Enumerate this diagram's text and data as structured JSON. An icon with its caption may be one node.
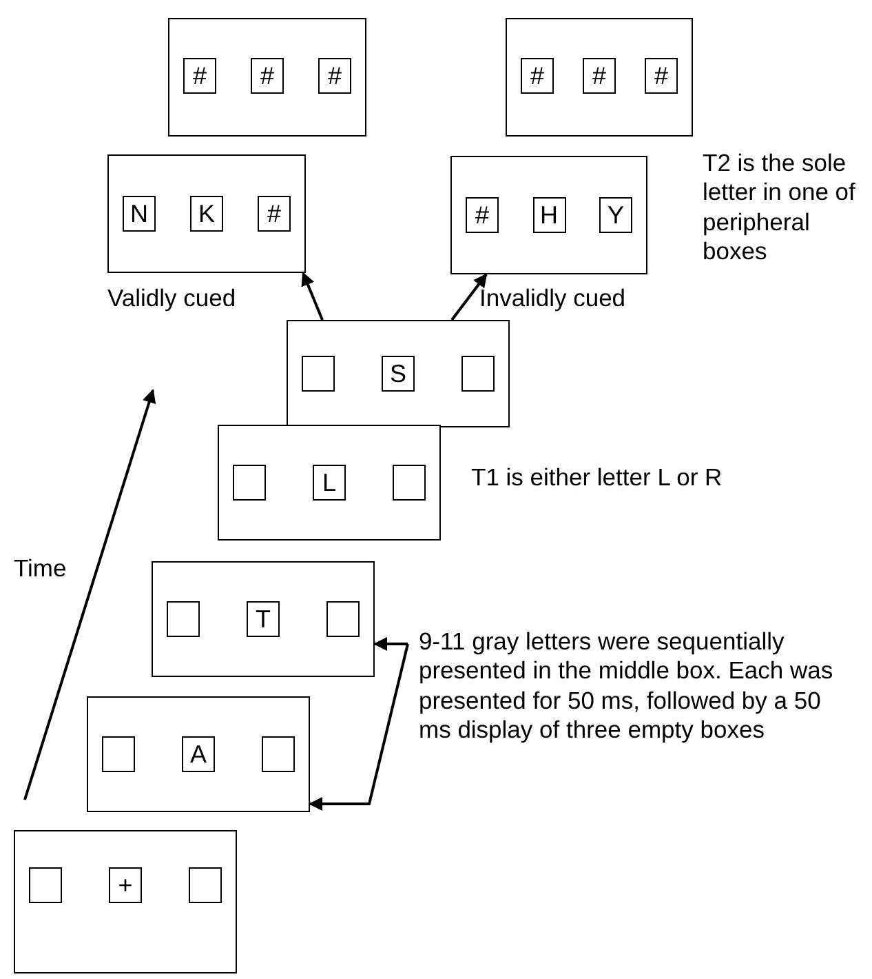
{
  "diagram": {
    "nodes": [
      {
        "text": [],
        "shape": "box"
      },
      {
        "text": [
          "#"
        ],
        "in": 0
      },
      {
        "text": [
          "#"
        ],
        "in": 0
      },
      {
        "text": [
          "#"
        ],
        "in": 0
      },
      {
        "text": [],
        "shape": "box"
      },
      {
        "text": [
          "#"
        ],
        "in": 4
      },
      {
        "text": [
          "#"
        ],
        "in": 4
      },
      {
        "text": [
          "#"
        ],
        "in": 4
      },
      {
        "text": [],
        "shape": "box"
      },
      {
        "text": [
          "N"
        ],
        "in": 8
      },
      {
        "text": [
          "K"
        ],
        "in": 8
      },
      {
        "text": [
          "#"
        ],
        "in": 8
      },
      {
        "text": [],
        "shape": "box",
        "beside": [
          "T2 is the sole letter in one of peripheral boxes"
        ]
      },
      {
        "text": [
          "#"
        ],
        "in": 12
      },
      {
        "text": [
          "H"
        ],
        "in": 12
      },
      {
        "text": [
          "Y"
        ],
        "in": 12
      },
      {
        "text": [],
        "shape": "box"
      },
      {
        "text": [],
        "shape": "box",
        "in": 16
      },
      {
        "text": [
          "S"
        ],
        "in": 16
      },
      {
        "text": [],
        "shape": "box",
        "in": 16
      },
      {
        "text": [],
        "shape": "box",
        "beside": [
          "T1 is either letter L or R"
        ]
      },
      {
        "text": [],
        "shape": "box",
        "in": 20
      },
      {
        "text": [
          "L"
        ],
        "in": 20
      },
      {
        "text": [],
        "shape": "box",
        "in": 20
      },
      {
        "text": [],
        "shape": "box"
      },
      {
        "text": [],
        "shape": "box",
        "in": 24
      },
      {
        "text": [
          "T"
        ],
        "in": 24
      },
      {
        "text": [],
        "shape": "box",
        "in": 24
      },
      {
        "text": [],
        "shape": "box"
      },
      {
        "text": [],
        "shape": "box",
        "in": 28
      },
      {
        "text": [
          "A"
        ],
        "in": 28
      },
      {
        "text": [],
        "shape": "box",
        "in": 28
      },
      {
        "text": [],
        "shape": "box"
      },
      {
        "text": [],
        "shape": "box",
        "in": 32
      },
      {
        "text": [
          "+"
        ],
        "in": 32
      },
      {
        "text": [],
        "shape": "box",
        "in": 32
      },
      {
        "text": [
          "9-11 gray letters were sequentially presented in the middle box. Each was presented for 50 ms, followed by a 50 ms display of three empty boxes"
        ]
      }
    ],
    "edges": [
      {
        "from": 16,
        "to": 8,
        "arrow": "to",
        "label": "Validly cued"
      },
      {
        "from": 16,
        "to": 12,
        "arrow": "to",
        "label": "Invalidly cued"
      },
      {
        "from": 36,
        "to": 24,
        "arrow": "to"
      },
      {
        "from": 36,
        "to": 28,
        "arrow": "to"
      }
    ],
    "labels": [
      "Time"
    ]
  }
}
